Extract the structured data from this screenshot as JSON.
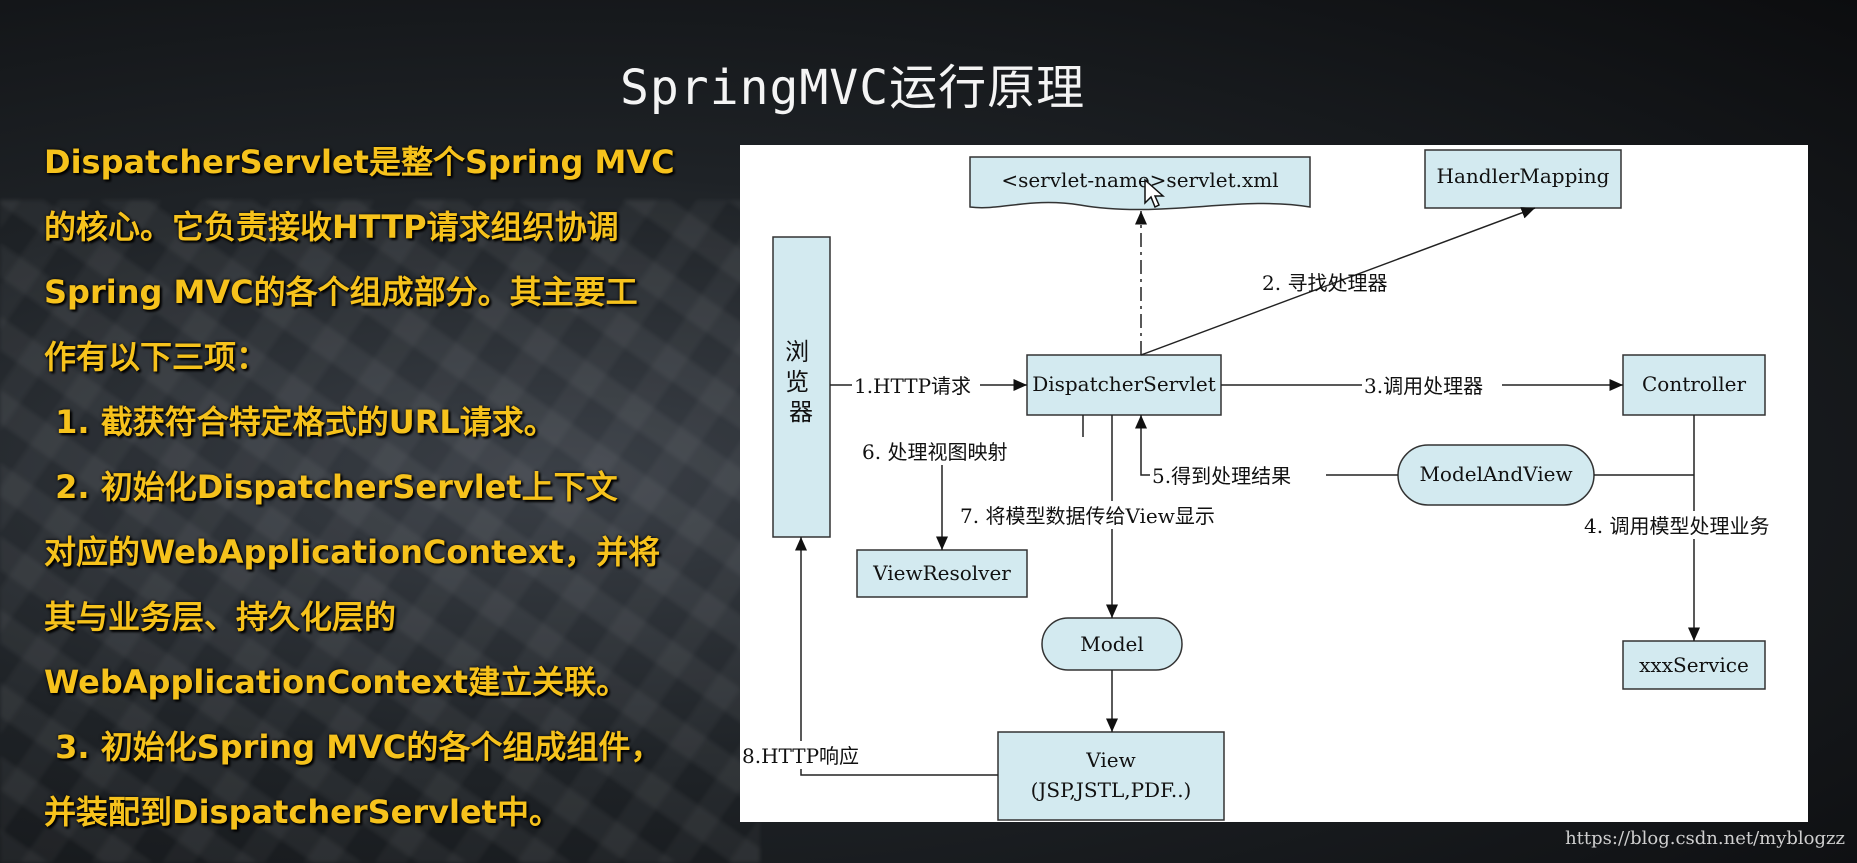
{
  "title": "SpringMVC运行原理",
  "left_text": {
    "lines": [
      "DispatcherServlet是整个Spring MVC",
      "的核心。它负责接收HTTP请求组织协调",
      "Spring MVC的各个组成部分。其主要工",
      "作有以下三项：",
      " 1. 截获符合特定格式的URL请求。",
      " 2. 初始化DispatcherServlet上下文",
      "对应的WebApplicationContext，并将",
      "其与业务层、持久化层的",
      "WebApplicationContext建立关联。",
      " 3. 初始化Spring MVC的各个组成组件，",
      "并装配到DispatcherServlet中。"
    ]
  },
  "diagram": {
    "nodes": {
      "servlet_xml": "<servlet-name>servlet.xml",
      "handler_mapping": "HandlerMapping",
      "browser": "浏览器",
      "dispatcher": "DispatcherServlet",
      "controller": "Controller",
      "model_and_view": "ModelAndView",
      "view_resolver": "ViewResolver",
      "model": "Model",
      "xxx_service": "xxxService",
      "view_line1": "View",
      "view_line2": "(JSP,JSTL,PDF..)"
    },
    "edges": {
      "e1": "1.HTTP请求",
      "e2": "2. 寻找处理器",
      "e3": "3.调用处理器",
      "e4": "4. 调用模型处理业务",
      "e5": "5.得到处理结果",
      "e6": "6. 处理视图映射",
      "e7": "7. 将模型数据传给View显示",
      "e8": "8.HTTP响应"
    }
  },
  "watermark": "https://blog.csdn.net/myblogzz",
  "colors": {
    "node_fill": "#d3eaf0",
    "text_yellow": "#f6c21c"
  }
}
